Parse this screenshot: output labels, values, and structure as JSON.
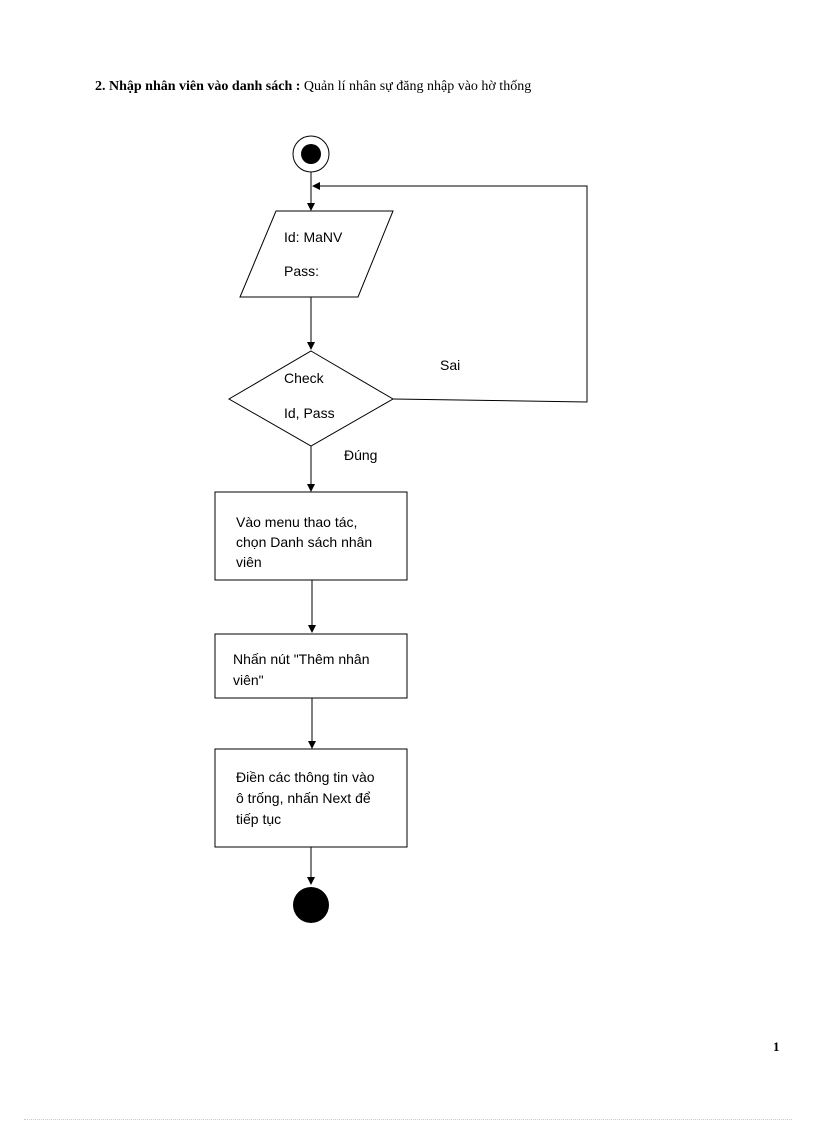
{
  "heading": {
    "bold_part": "2. Nhập nhân viên vào danh sách :",
    "normal_part": " Quản lí nhân sự đăng nhập vào hờ thống"
  },
  "flowchart": {
    "input_line1": "Id: MaNV",
    "input_line2": "Pass:",
    "decision_line1": "Check",
    "decision_line2": "Id, Pass",
    "label_false": "Sai",
    "label_true": "Đúng",
    "step1_lines": [
      "Vào menu thao tác,",
      "chọn Danh sách nhân",
      "viên"
    ],
    "step2_lines": [
      "Nhấn nút \"Thêm nhân",
      "viên\""
    ],
    "step3_lines": [
      "Điền các thông tin vào",
      "ô trống, nhấn Next để",
      "tiếp tục"
    ]
  },
  "page_number": "1",
  "colors": {
    "line": "#000000",
    "background": "#ffffff"
  }
}
